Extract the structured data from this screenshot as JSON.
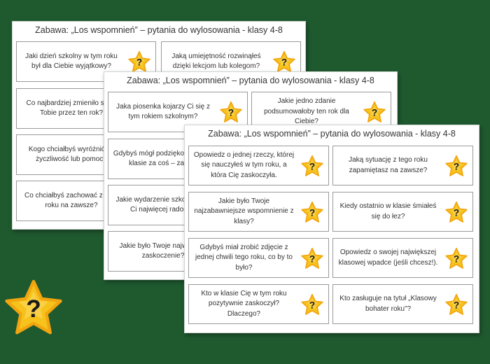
{
  "colors": {
    "background": "#1f5a2f",
    "star_fill": "#f6c21c",
    "star_outline": "#f2a50f",
    "question_mark": "#1a1a1a"
  },
  "star_icon": {
    "symbol": "?",
    "name": "question-star-icon"
  },
  "sheets": [
    {
      "title": "Zabawa: „Los wspomnień” – pytania do wylosowania - klasy 4-8",
      "cards": [
        "Jaki dzień szkolny w tym roku był dla Ciebie wyjątkowy?",
        "Jaką umiejętność rozwinąłeś dzięki lekcjom lub kolegom?",
        "Co najbardziej zmieniło się w Tobie przez ten rok?",
        "",
        "Kogo chciałbyś wyróżnić za życzliwość lub pomoc?",
        "",
        "Co chciałbyś zachować z tego roku na zawsze?",
        ""
      ]
    },
    {
      "title": "Zabawa: „Los wspomnień” – pytania do wylosowania - klasy 4-8",
      "cards": [
        "Jaka piosenka kojarzy Ci się z tym rokiem szkolnym?",
        "Jakie jedno zdanie podsumowałoby ten rok dla Ciebie?",
        "Gdybyś mógł podziękować całej klasie za coś – za co?",
        "",
        "Jakie wydarzenie szkolne dało Ci najwięcej radości?",
        "",
        "Jakie było Twoje największe zaskoczenie?",
        ""
      ]
    },
    {
      "title": "Zabawa: „Los wspomnień” – pytania do wylosowania - klasy 4-8",
      "cards": [
        "Opowiedz o jednej rzeczy, której się nauczyłeś w tym roku, a która Cię zaskoczyła.",
        "Jaką sytuację z tego roku zapamiętasz na zawsze?",
        "Jakie było Twoje najzabawniejsze wspomnienie z klasy?",
        "Kiedy ostatnio w klasie śmiałeś się do łez?",
        "Gdybyś miał zrobić zdjęcie z jednej chwili tego roku, co by to było?",
        "Opowiedz o swojej największej klasowej wpadce (jeśli chcesz!).",
        "Kto w klasie Cię w tym roku pozytywnie zaskoczył? Dlaczego?",
        "Kto zasługuje na tytuł „Klasowy bohater roku”?"
      ]
    }
  ]
}
